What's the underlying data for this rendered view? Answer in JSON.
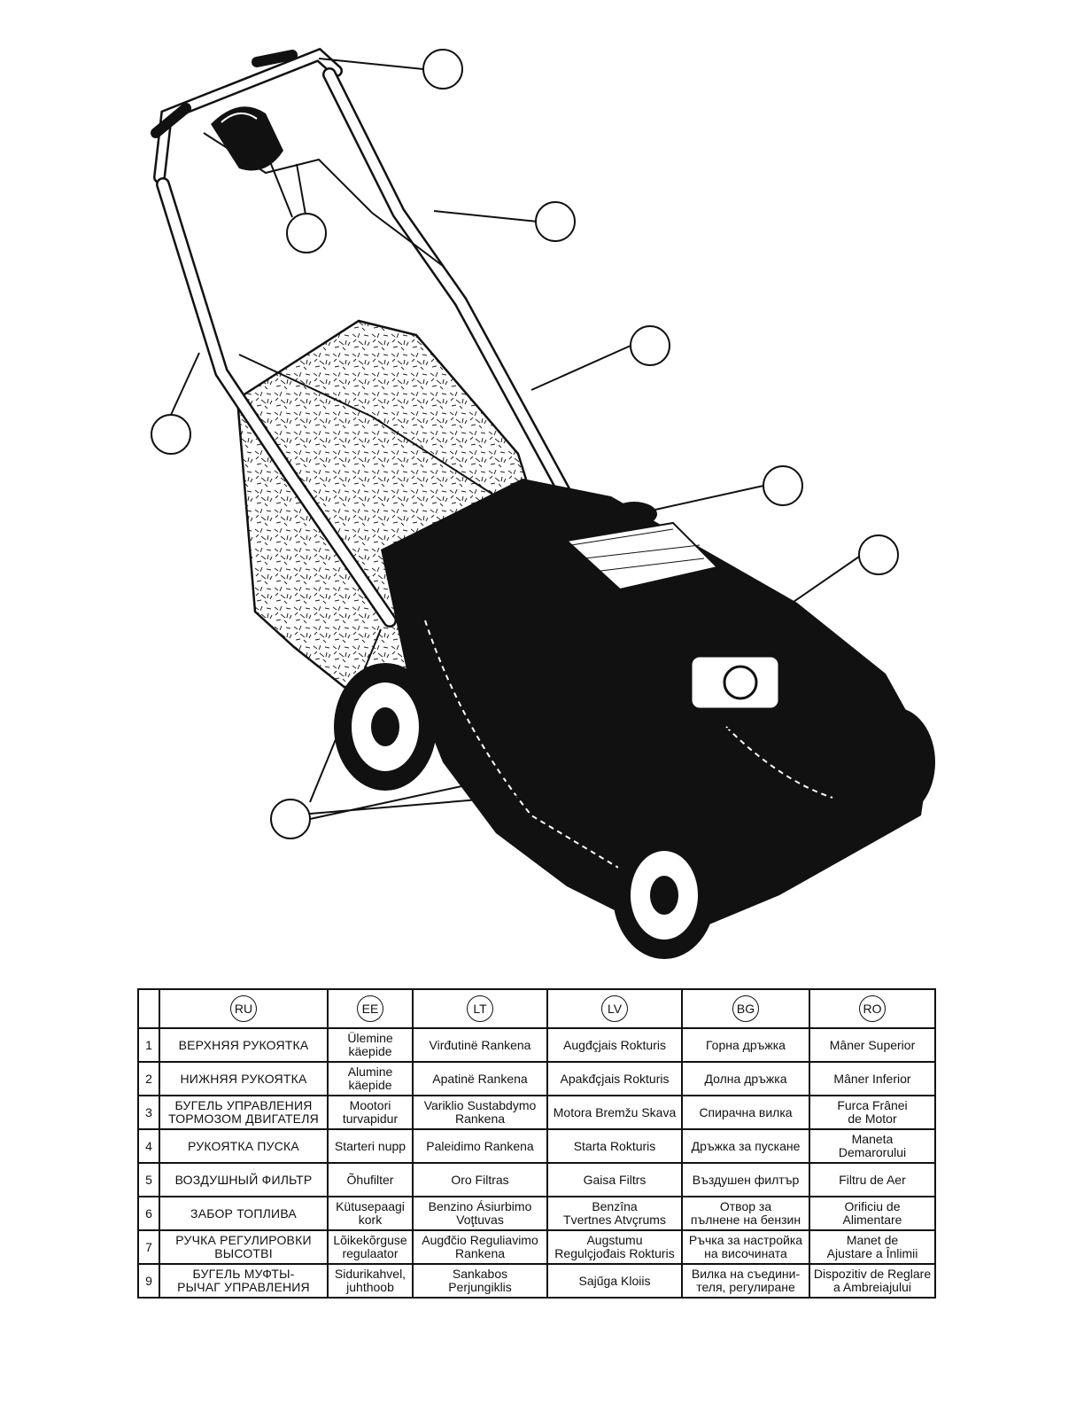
{
  "table": {
    "languages": [
      "RU",
      "EE",
      "LT",
      "LV",
      "BG",
      "RO"
    ],
    "rows": [
      {
        "num": "1",
        "cells": [
          "ВЕРХНЯЯ РУКОЯТКА",
          "Ülemine\nkäepide",
          "Virđutinë Rankena",
          "Augđçjais Rokturis",
          "Горна дръжка",
          "Mâner Superior"
        ]
      },
      {
        "num": "2",
        "cells": [
          "НИЖНЯЯ РУКОЯТКА",
          "Alumine\nkäepide",
          "Apatinë Rankena",
          "Apakđçjais Rokturis",
          "Долна дръжка",
          "Mâner Inferior"
        ]
      },
      {
        "num": "3",
        "cells": [
          "БУГЕЛЬ УПРАВЛЕНИЯ\nТОРМОЗОМ ДВИГАТЕЛЯ",
          "Mootori\nturvapidur",
          "Variklio Sustabdymo\nRankena",
          "Motora Bremžu Skava",
          "Спирачна вилка",
          "Furca Frânei\nde Motor"
        ]
      },
      {
        "num": "4",
        "cells": [
          "РУКОЯТКА ПУСКА",
          "Starteri nupp",
          "Paleidimo Rankena",
          "Starta Rokturis",
          "Дръжка за пускане",
          "Maneta\nDemarorului"
        ]
      },
      {
        "num": "5",
        "cells": [
          "ВОЗДУШНЫЙ ФИЛЬТР",
          "Õhufilter",
          "Oro Filtras",
          "Gaisa Filtrs",
          "Въздушен филтър",
          "Filtru de Aer"
        ]
      },
      {
        "num": "6",
        "cells": [
          "ЗАБОР ТОПЛИВА",
          "Kütusepaagi\nkork",
          "Benzino Ásiurbimo\nVoţtuvas",
          "Benzîna\nTvertnes Atvçrums",
          "Отвор за\nпълнене на бензин",
          "Orificiu de\nAlimentare"
        ]
      },
      {
        "num": "7",
        "cells": [
          "РУЧКА РЕГУЛИРОВКИ\nВЫСОТВI",
          "Lõikekõrguse\nregulaator",
          "Augđčio Reguliavimo\nRankena",
          "Augstumu\nRegulçjođais Rokturis",
          "Ръчка за настройка\nна височината",
          "Manet de\nAjustare a Înlimii"
        ]
      },
      {
        "num": "9",
        "cells": [
          "БУГЕЛЬ МУФТЫ-\nРЫЧАГ УПРАВЛЕНИЯ",
          "Sidurikahvel,\njuhthoob",
          "Sankabos\nPerjungiklis",
          "Sajűga Kloiis",
          "Вилка на съедини-\nтеля, регулиране",
          "Dispozitiv de Reglare\na Ambreiajului"
        ]
      }
    ]
  }
}
